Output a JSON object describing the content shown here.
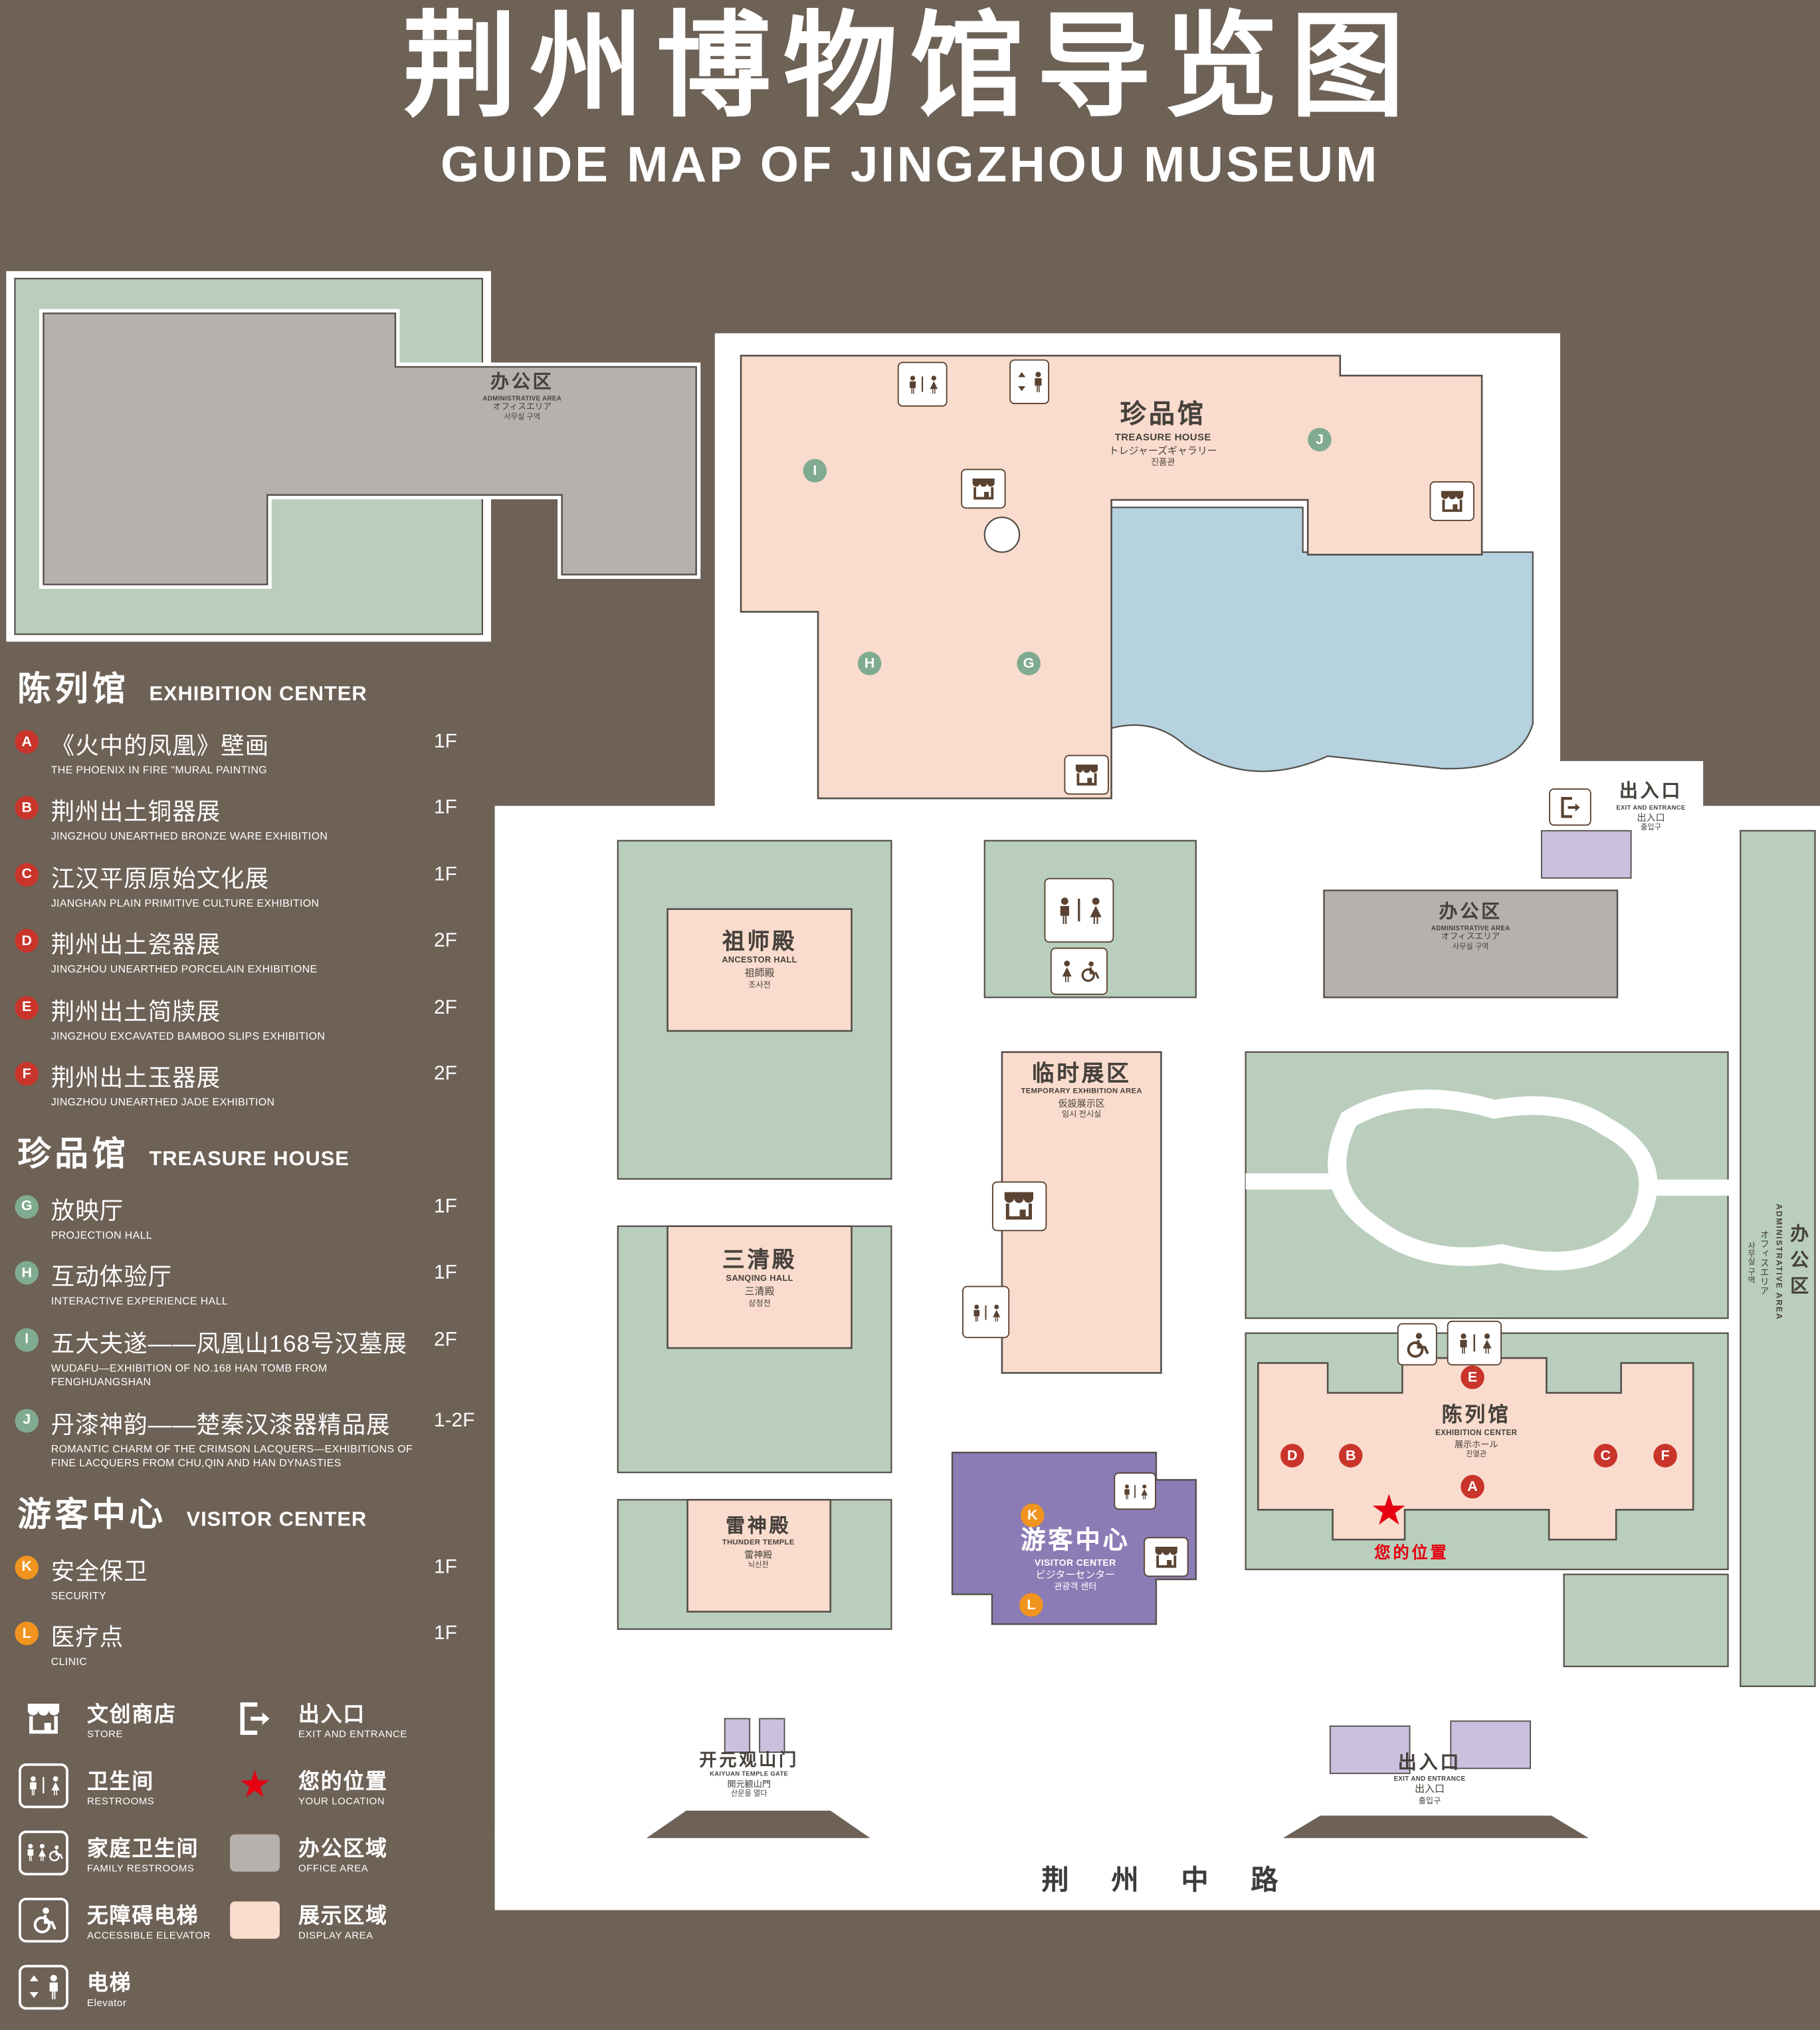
{
  "header": {
    "title_zh": "荆州博物馆导览图",
    "title_en": "GUIDE MAP OF JINGZHOU MUSEUM"
  },
  "colors": {
    "background": "#6e6156",
    "display_area": "#f9dccd",
    "office_area": "#b6b1ad",
    "green_space": "#b9cebc",
    "pond": "#b5d2de",
    "visitor_center": "#8c7cb5",
    "marker_red": "#c9342b",
    "marker_green": "#80ab90",
    "marker_orange": "#f0941f",
    "location_red": "#e60012"
  },
  "legend": {
    "sections": [
      {
        "title_zh": "陈列馆",
        "title_en": "EXHIBITION CENTER",
        "items": [
          {
            "marker": "A",
            "zh": "《火中的凤凰》壁画",
            "en": "THE PHOENIX IN FIRE \"MURAL PAINTING",
            "floor": "1F"
          },
          {
            "marker": "B",
            "zh": "荆州出土铜器展",
            "en": "JINGZHOU UNEARTHED BRONZE WARE EXHIBITION",
            "floor": "1F"
          },
          {
            "marker": "C",
            "zh": "江汉平原原始文化展",
            "en": "JIANGHAN PLAIN PRIMITIVE CULTURE EXHIBITION",
            "floor": "1F"
          },
          {
            "marker": "D",
            "zh": "荆州出土瓷器展",
            "en": "JINGZHOU UNEARTHED PORCELAIN EXHIBITIONE",
            "floor": "2F"
          },
          {
            "marker": "E",
            "zh": "荆州出土简牍展",
            "en": "JINGZHOU EXCAVATED BAMBOO SLIPS EXHIBITION",
            "floor": "2F"
          },
          {
            "marker": "F",
            "zh": "荆州出土玉器展",
            "en": "JINGZHOU UNEARTHED JADE EXHIBITION",
            "floor": "2F"
          }
        ]
      },
      {
        "title_zh": "珍品馆",
        "title_en": "TREASURE HOUSE",
        "items": [
          {
            "marker": "G",
            "zh": "放映厅",
            "en": "PROJECTION HALL",
            "floor": "1F"
          },
          {
            "marker": "H",
            "zh": "互动体验厅",
            "en": "INTERACTIVE EXPERIENCE HALL",
            "floor": "1F"
          },
          {
            "marker": "I",
            "zh": "五大夫遂——凤凰山168号汉墓展",
            "en": "WUDAFU—EXHIBITION OF NO.168 HAN TOMB FROM FENGHUANGSHAN",
            "floor": "2F"
          },
          {
            "marker": "J",
            "zh": "丹漆神韵——楚秦汉漆器精品展",
            "en": "ROMANTIC CHARM OF THE CRIMSON LACQUERS—EXHIBITIONS OF FINE LACQUERS FROM CHU,QIN AND HAN DYNASTIES",
            "floor": "1-2F"
          }
        ]
      },
      {
        "title_zh": "游客中心",
        "title_en": "VISITOR CENTER",
        "items": [
          {
            "marker": "K",
            "zh": "安全保卫",
            "en": "SECURITY",
            "floor": "1F"
          },
          {
            "marker": "L",
            "zh": "医疗点",
            "en": "CLINIC",
            "floor": "1F"
          }
        ]
      }
    ],
    "symbols": [
      {
        "icon": "store-icon",
        "zh": "文创商店",
        "en": "STORE"
      },
      {
        "icon": "exit-icon",
        "zh": "出入口",
        "en": "EXIT AND ENTRANCE"
      },
      {
        "icon": "restrooms-icon",
        "zh": "卫生间",
        "en": "RESTROOMS"
      },
      {
        "icon": "your-location-star-icon",
        "zh": "您的位置",
        "en": "YOUR LOCATION"
      },
      {
        "icon": "family-restrooms-icon",
        "zh": "家庭卫生间",
        "en": "FAMILY RESTROOMS"
      },
      {
        "icon": "office-area-swatch",
        "zh": "办公区域",
        "en": "OFFICE AREA"
      },
      {
        "icon": "accessible-elevator-icon",
        "zh": "无障碍电梯",
        "en": "ACCESSIBLE ELEVATOR"
      },
      {
        "icon": "display-area-swatch",
        "zh": "展示区域",
        "en": "DISPLAY AREA"
      },
      {
        "icon": "elevator-icon",
        "zh": "电梯",
        "en": "Elevator"
      }
    ]
  },
  "map": {
    "admin_tl": {
      "zh": "办公区",
      "en": "ADMINISTRATIVE AREA",
      "jp": "オフィスエリア",
      "kr": "사무실 구역"
    },
    "treasure": {
      "zh": "珍品馆",
      "en": "TREASURE HOUSE",
      "jp": "トレジャーズギャラリー",
      "kr": "진품관"
    },
    "ancestor": {
      "zh": "祖师殿",
      "en": "ANCESTOR HALL",
      "jp": "祖師殿",
      "kr": "조사전"
    },
    "temp": {
      "zh": "临时展区",
      "en": "TEMPORARY EXHIBITION AREA",
      "jp": "仮設展示区",
      "kr": "임시 전시실"
    },
    "sanqing": {
      "zh": "三清殿",
      "en": "SANQING HALL",
      "jp": "三清殿",
      "kr": "삼청전"
    },
    "thunder": {
      "zh": "雷神殿",
      "en": "THUNDER TEMPLE",
      "jp": "雷神殿",
      "kr": "뇌신전"
    },
    "visitor": {
      "zh": "游客中心",
      "en": "VISITOR CENTER",
      "jp": "ビジターセンター",
      "kr": "관광객 센터"
    },
    "exhibition": {
      "zh": "陈列馆",
      "en": "EXHIBITION CENTER",
      "jp": "展示ホール",
      "kr": "진열관"
    },
    "admin_r": {
      "zh": "办公区",
      "en": "ADMINISTRATIVE AREA",
      "jp": "オフィスエリア",
      "kr": "사무실 구역"
    },
    "admin_strip": {
      "zh": "办公区",
      "en": "ADMINISTRATIVE AREA",
      "jp": "オフィスエリア",
      "kr": "사무실 구역"
    },
    "exit_tr": {
      "zh": "出入口",
      "en": "EXIT AND ENTRANCE",
      "jp": "出入口",
      "kr": "출입구"
    },
    "exit_b": {
      "zh": "出入口",
      "en": "EXIT AND ENTRANCE",
      "jp": "出入口",
      "kr": "출입구"
    },
    "gate": {
      "zh": "开元观山门",
      "en": "KAIYUAN TEMPLE GATE",
      "jp": "開元観山門",
      "kr": "산문을 열다"
    },
    "road": "荆 州 中 路",
    "your_location": "您的位置",
    "star_glyph": "★"
  },
  "map_markers": [
    "A",
    "B",
    "C",
    "D",
    "E",
    "F",
    "G",
    "H",
    "I",
    "J",
    "K",
    "L"
  ]
}
